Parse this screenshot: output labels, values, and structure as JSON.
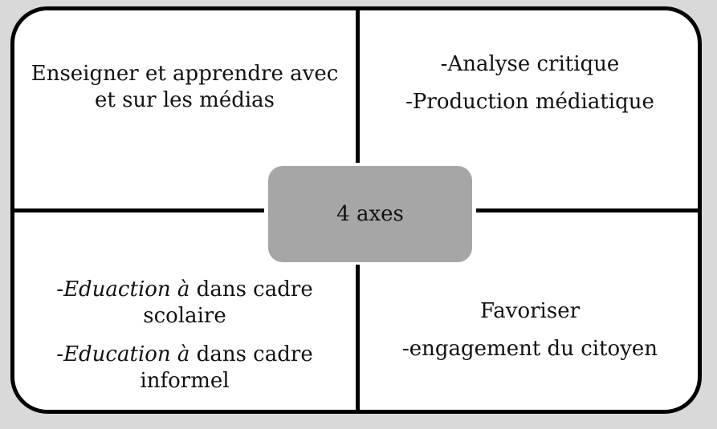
{
  "center": {
    "label": "4 axes"
  },
  "quadrants": {
    "top_left": {
      "lines": [
        "Enseigner et apprendre avec",
        "et sur les médias"
      ]
    },
    "top_right": {
      "lines": [
        "-Analyse critique",
        "-Production médiatique"
      ]
    },
    "bottom_left": {
      "item1": {
        "dash": "-",
        "italic": "Eduaction à",
        "rest": " dans cadre",
        "line2": "scolaire"
      },
      "item2": {
        "dash": "-",
        "italic": "Education à",
        "rest": " dans cadre",
        "line2": "informel"
      }
    },
    "bottom_right": {
      "lines": [
        "Favoriser",
        "-engagement du citoyen"
      ]
    }
  },
  "colors": {
    "frame_bg": "#ffffff",
    "center_fill": "#a6a6a6",
    "page_bg": "#d9d9d9",
    "stroke": "#000000"
  }
}
